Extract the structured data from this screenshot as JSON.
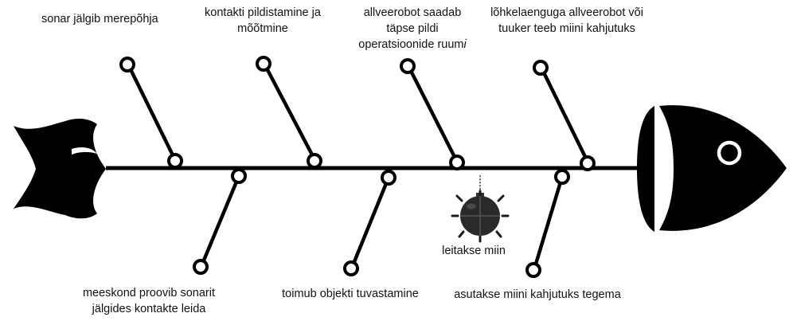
{
  "diagram": {
    "labels": {
      "top_1": "sonar jälgib merepõhja",
      "top_2_line1": "kontakti pildistamine ja",
      "top_2_line2": "mõõtmine",
      "top_3_line1": "allveerobot saadab",
      "top_3_line2": "täpse pildi",
      "top_3_line3": "operatsioonide ruum",
      "top_3_line3_italic": "i",
      "top_4_line1": "lõhkelaenguga allveerobot või",
      "top_4_line2": "tuuker teeb miini kahjutuks",
      "bottom_1_line1": "meeskond proovib sonarit",
      "bottom_1_line2": "jälgides kontakte leida",
      "bottom_2": "toimub objekti tuvastamine",
      "mine_label": "leitakse miin",
      "bottom_3": "asutakse miini kahjutuks tegema"
    },
    "colors": {
      "ink": "#000000",
      "background": "#ffffff",
      "mine_body": "#2a2a2a"
    },
    "icons": [
      "fish-tail-icon",
      "fish-head-icon",
      "sea-mine-icon"
    ]
  }
}
